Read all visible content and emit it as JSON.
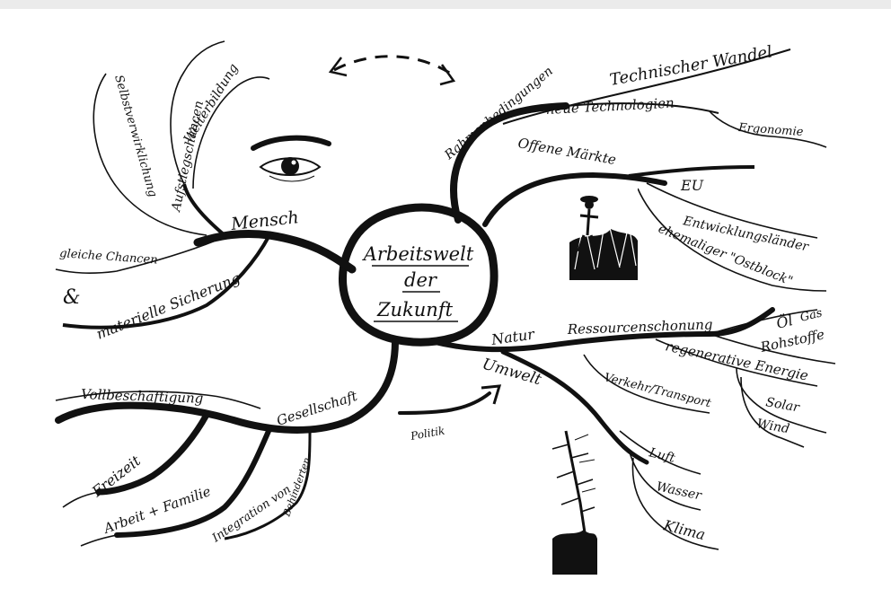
{
  "center": {
    "line1": "Arbeitswelt",
    "line2": "der",
    "line3": "Zukunft"
  },
  "branches": {
    "mensch": {
      "label": "Mensch",
      "subs": [
        "Aufstiegschancen",
        "Weiterbildung",
        "Selbstverwirklichung",
        "gleiche Chancen",
        "materielle Sicherung",
        "&"
      ]
    },
    "rahmen": {
      "label": "Rahmenbedingungen",
      "subs": [
        "Technischer Wandel",
        "neue Technologien",
        "Ergonomie",
        "Offene Märkte",
        "EU",
        "Entwicklungsländer",
        "ehemaliger \"Ostblock\""
      ]
    },
    "natur": {
      "label": "Natur",
      "sub_label": "Umwelt",
      "subs": [
        "Ressourcenschonung",
        "Öl",
        "Gas",
        "Rohstoffe",
        "regenerative Energie",
        "Solar",
        "Wind",
        "Verkehr/Transport",
        "Luft",
        "Wasser",
        "Klima"
      ]
    },
    "gesellschaft": {
      "label": "Gesellschaft",
      "subs": [
        "Vollbeschäftigung",
        "Freizeit",
        "Arbeit + Familie",
        "Integration von",
        "Behinderten"
      ]
    },
    "politik": "Politik"
  },
  "colors": {
    "ink": "#111111",
    "background": "#ffffff",
    "frame": "#ebebeb"
  },
  "pictures": [
    "eye-sketch",
    "figure-sketch",
    "dead-tree-sketch"
  ]
}
